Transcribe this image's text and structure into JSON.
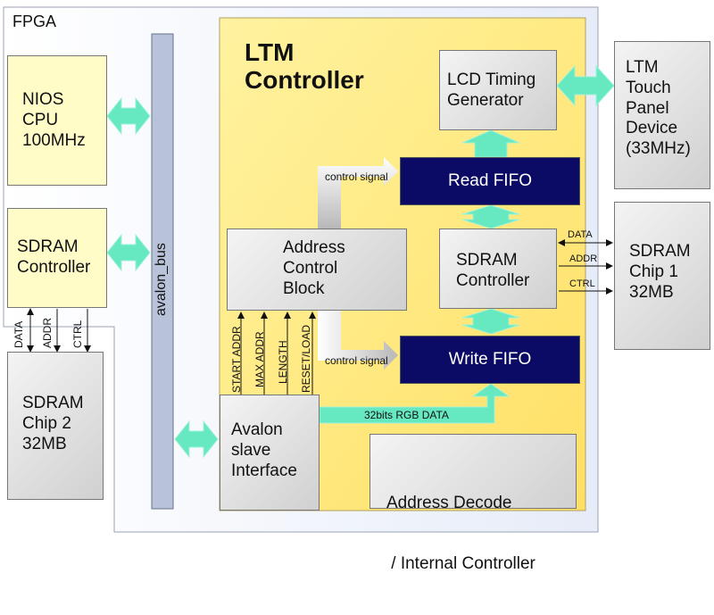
{
  "fpga_label": "FPGA",
  "controller_title_1": "LTM",
  "controller_title_2": "Controller",
  "nios": {
    "l1": "NIOS",
    "l2": "CPU",
    "l3": "100MHz"
  },
  "sdram_ctrl_left": {
    "l1": "SDRAM",
    "l2": "Controller"
  },
  "avalon_bus": "avalon_bus",
  "sdram_chip2": {
    "l1": "SDRAM",
    "l2": "Chip 2",
    "l3": "32MB"
  },
  "lcd_timing": {
    "l1": "LCD Timing",
    "l2": "Generator"
  },
  "ltm_touch": {
    "l1": "LTM",
    "l2": "Touch",
    "l3": "Panel",
    "l4": "Device",
    "l5": "(33MHz)"
  },
  "read_fifo": "Read FIFO",
  "write_fifo": "Write FIFO",
  "address_control": {
    "l1": "Address",
    "l2": "Control",
    "l3": "Block"
  },
  "sdram_ctrl_inner": {
    "l1": "SDRAM",
    "l2": "Controller"
  },
  "sdram_chip1": {
    "l1": "SDRAM",
    "l2": "Chip 1",
    "l3": "32MB"
  },
  "avalon_slave": {
    "l1": "Avalon",
    "l2": "slave",
    "l3": "Interface"
  },
  "address_decode": {
    "l1": "Address Decode",
    "l2": " / Internal Controller"
  },
  "control_signal_top": "control signal",
  "control_signal_bottom": "control signal",
  "rgb_data": "32bits RGB DATA",
  "chip1_signals": [
    "DATA",
    "ADDR",
    "CTRL"
  ],
  "chip2_signals": [
    "DATA",
    "ADDR",
    "CTRL"
  ],
  "slave_signals": [
    "START ADDR",
    "MAX ADDR",
    "LENGTH",
    "RESET/LOAD"
  ],
  "colors": {
    "arrow": "#66e8c0",
    "controller_bg": "#ffec80",
    "fifo": "#0b0b66",
    "fpga_bg": "#eef2fb"
  }
}
